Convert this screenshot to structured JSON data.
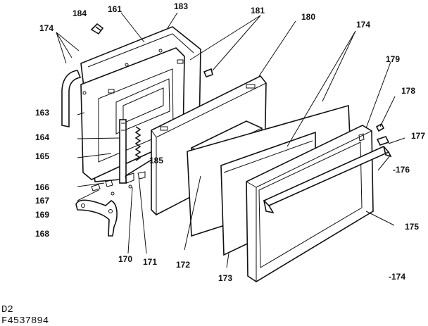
{
  "diagram": {
    "labels": {
      "l184": "184",
      "l161": "161",
      "l183": "183",
      "l181": "181",
      "l180": "180",
      "l174a": "174",
      "l174b": "174",
      "l179": "179",
      "l178": "178",
      "l177": "177",
      "l176": "-176",
      "l175": "175",
      "l174c": "-174",
      "l163": "163",
      "l164": "164",
      "l165": "165",
      "l166": "166",
      "l167": "167",
      "l169": "169",
      "l168": "168",
      "l170": "170",
      "l171": "171",
      "l172": "172",
      "l173": "173",
      "l185": "185"
    },
    "footer": {
      "line1": "D2",
      "line2": "F4537894"
    }
  }
}
